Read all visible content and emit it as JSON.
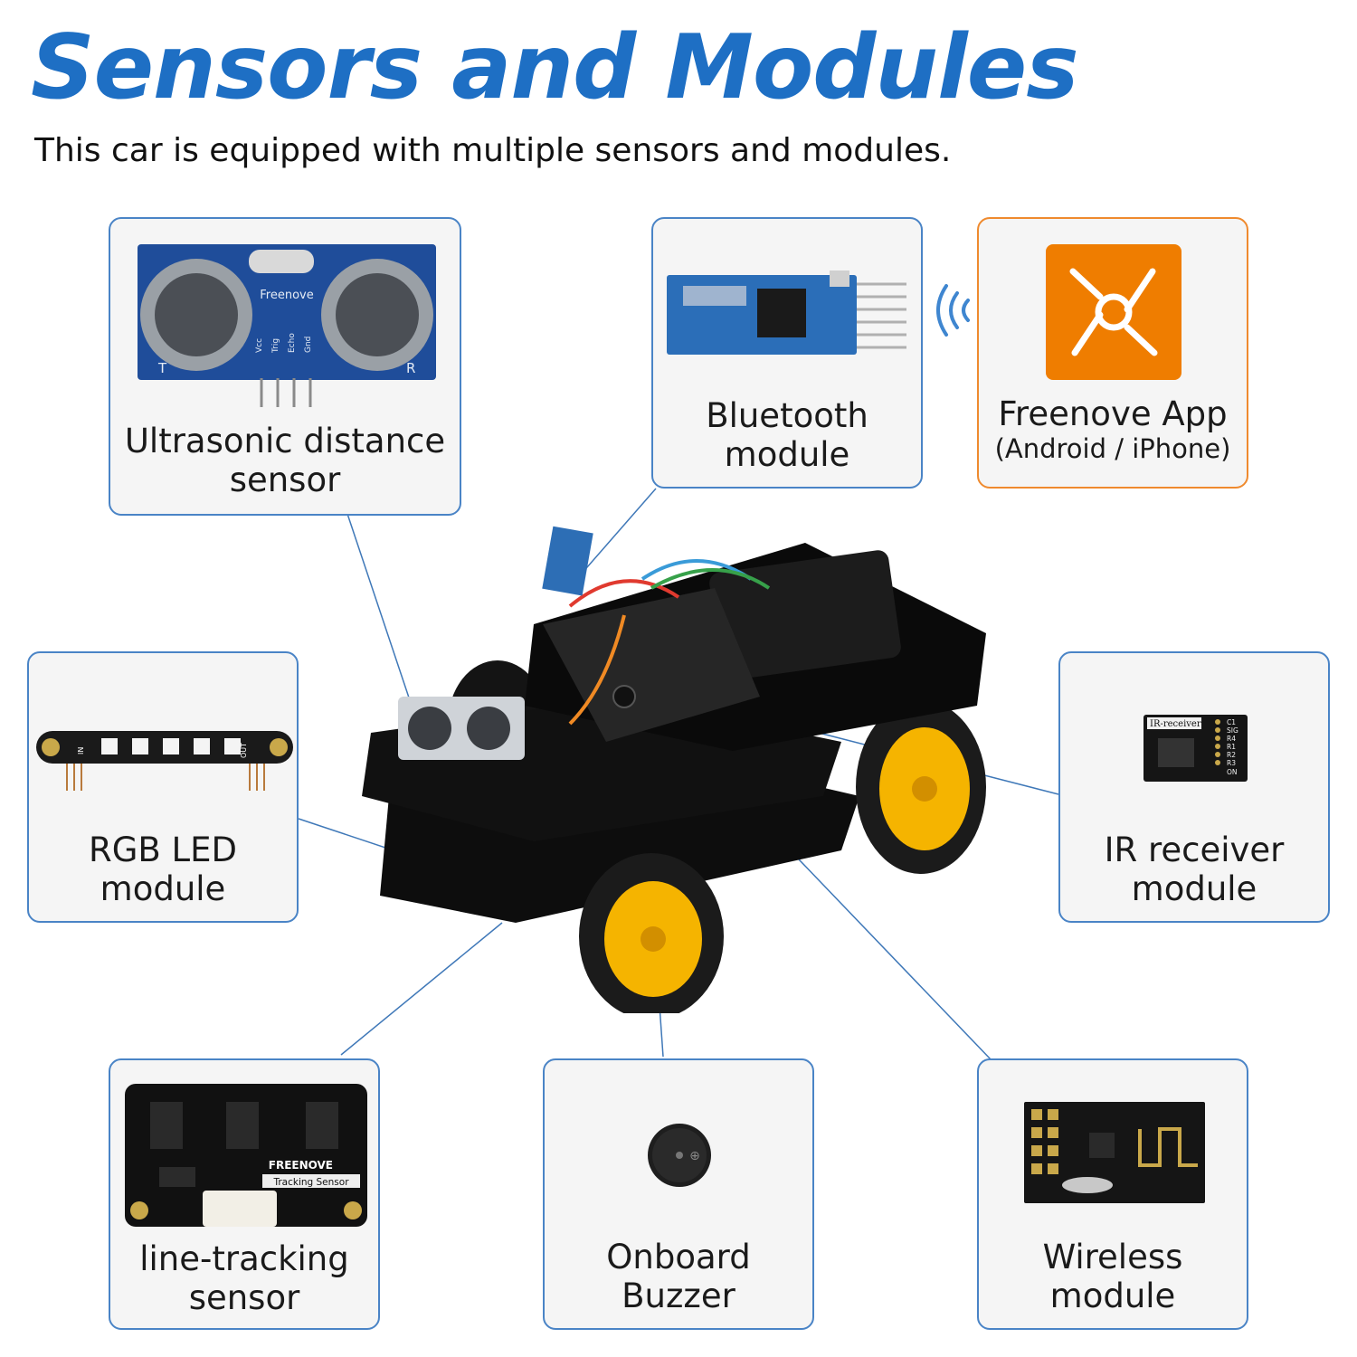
{
  "header": {
    "title": "Sensors and Modules",
    "subtitle": "This car is equipped with multiple sensors and modules."
  },
  "modules": {
    "ultrasonic": {
      "line1": "Ultrasonic distance",
      "line2": "sensor",
      "board_text": "Freenove",
      "pins": [
        "Vcc",
        "Trig",
        "Echo",
        "Gnd"
      ],
      "left_mark": "T",
      "right_mark": "R"
    },
    "bluetooth": {
      "line1": "Bluetooth",
      "line2": "module"
    },
    "app": {
      "line1": "Freenove App",
      "line2": "(Android / iPhone)"
    },
    "rgb_led": {
      "line1": "RGB LED",
      "line2": "module",
      "in_mark": "IN",
      "out_mark": "OUT"
    },
    "ir_receiver": {
      "line1": "IR receiver",
      "line2": "module",
      "board_text": "IR-receiver",
      "pins": [
        "C1",
        "SIG",
        "R4",
        "R1",
        "R2",
        "R3",
        "ON"
      ]
    },
    "line_tracking": {
      "line1": "line-tracking",
      "line2": "sensor",
      "brand": "FREENOVE",
      "board_text": "Tracking Sensor"
    },
    "buzzer": {
      "line1": "Onboard",
      "line2": "Buzzer"
    },
    "wireless": {
      "line1": "Wireless",
      "line2": "module"
    }
  },
  "colors": {
    "title_blue": "#1e6fc4",
    "card_border": "#4a84c6",
    "app_orange": "#ef7d00",
    "wheel_yellow": "#f5b400"
  }
}
